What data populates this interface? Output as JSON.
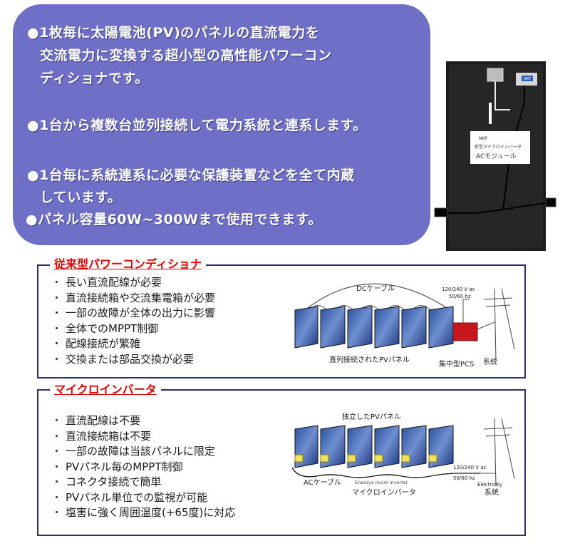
{
  "intro": {
    "lines": [
      "●1枚毎に太陽電池(PV)のパネルの直流電力を",
      "交流電力に変換する超小型の高性能パワーコン",
      "ディショナです。",
      "●1台から複数台並列接続して電力系統と連系します。",
      "●1台毎に系統連系に必要な保護装置などを全て内蔵",
      "しています。",
      "●パネル容量60W~300Wまで使用できます。"
    ]
  },
  "photo": {
    "label_brand": "NKP",
    "label_line1": "NKP",
    "label_line2": "新型マイクロインバータ",
    "label_line3": "ACモジュール"
  },
  "conventional": {
    "title": "従来型パワーコンディショナ",
    "bullet": "・",
    "items": [
      "長い直流配線が必要",
      "直流接続箱や交流集電箱が必要",
      "一部の故障が全体の出力に影響",
      "全体でのMPPT制御",
      "配線接続が繁雑",
      "交換または部品交換が必要"
    ],
    "diagram": {
      "dc_cable_label": "DCケーブル",
      "voltage_label": "120/240 V ac",
      "freq_label": "50/60 hz",
      "panels_label": "直列接続されたPVパネル",
      "pcs_label": "集中型PCS",
      "grid_label": "系統"
    }
  },
  "micro": {
    "title": "マイクロインバータ",
    "bullet": "・",
    "items": [
      "直流配線は不要",
      "直流接続箱は不要",
      "一部の故障は当該パネルに限定",
      "PVパネル毎のMPPT制御",
      "コネクタ接続で簡単",
      "PVパネル単位での監視が可能",
      "塩害に強く周囲温度(+65度)に対応"
    ],
    "diagram": {
      "panels_label": "独立したPVパネル",
      "voltage_label": "120/240 V ac",
      "freq_label": "50/60 hz",
      "ac_cable_label": "ACケーブル",
      "enecsys_label": "Enecsys micro inverter",
      "inverter_label": "マイクロインバータ",
      "electricity_label": "Electricity",
      "grid_label": "系統"
    }
  },
  "colors": {
    "box_purple": "#6f6fc8",
    "title_red": "#e00000",
    "frame_navy": "#2a2f6e",
    "pcs_red": "#c8161d",
    "inverter_yellow": "#f1e25a"
  }
}
